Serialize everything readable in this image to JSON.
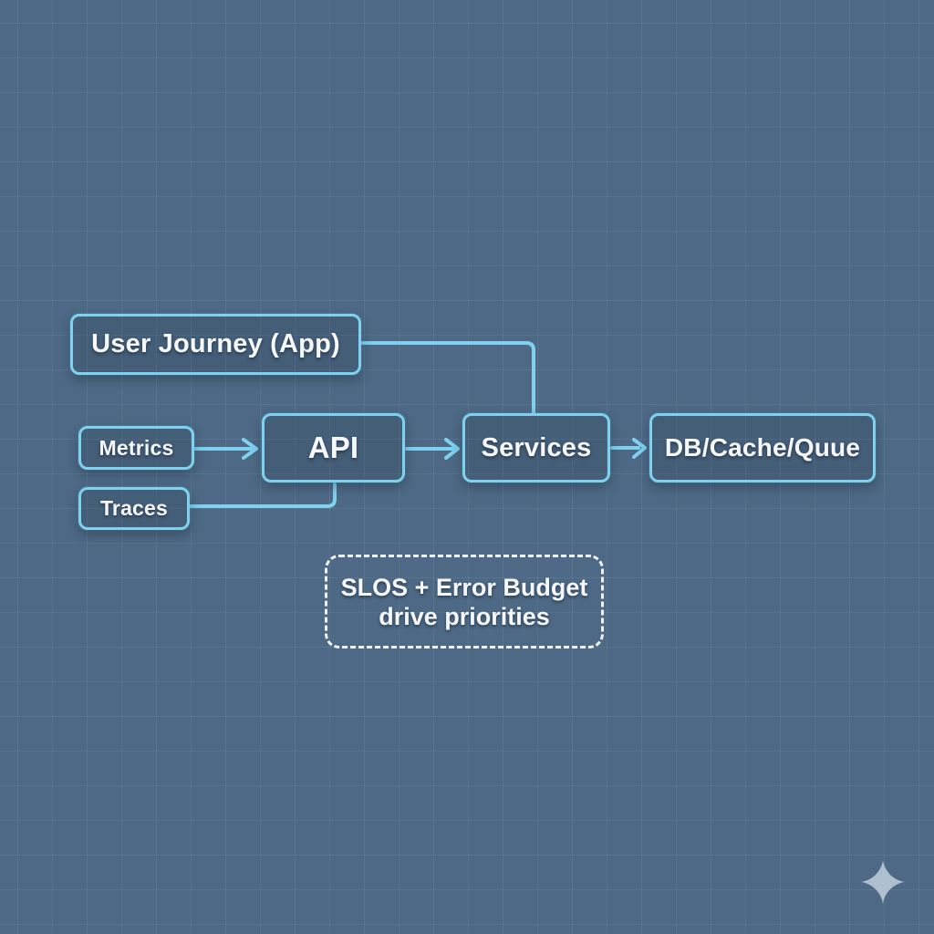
{
  "diagram": {
    "nodes": {
      "user_journey": {
        "label": "User Journey (App)"
      },
      "metrics": {
        "label": "Metrics"
      },
      "traces": {
        "label": "Traces"
      },
      "api": {
        "label": "API"
      },
      "services": {
        "label": "Services"
      },
      "db": {
        "label": "DB/Cache/Quue"
      }
    },
    "note": {
      "line1": "SLOS + Error Budget",
      "line2": "drive priorities"
    },
    "connections": [
      {
        "from": "user_journey",
        "to": "services",
        "style": "elbow",
        "arrowhead": false
      },
      {
        "from": "metrics",
        "to": "api",
        "style": "straight",
        "arrowhead": true
      },
      {
        "from": "api",
        "to": "services",
        "style": "straight",
        "arrowhead": true
      },
      {
        "from": "services",
        "to": "db",
        "style": "straight",
        "arrowhead": true
      },
      {
        "from": "traces",
        "to": "api",
        "style": "elbow",
        "arrowhead": false
      }
    ]
  },
  "colors": {
    "background": "#4d6985",
    "grid_line": "#5d7892",
    "node_border": "#7ed1ef",
    "node_fill": "rgba(24,40,56,0.16)",
    "text": "#f5f7f9",
    "note_border": "#eef2f6",
    "sparkle": "#b6c4d3"
  },
  "decorations": {
    "sparkle": "sparkle-icon"
  }
}
